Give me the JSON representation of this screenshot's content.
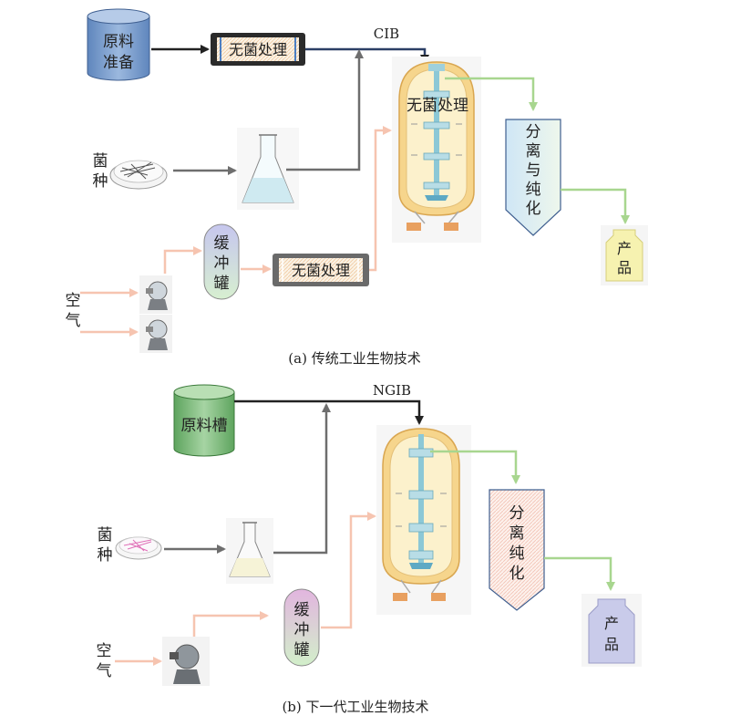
{
  "panel_a": {
    "raw_material": [
      "原料",
      "准备"
    ],
    "sterilize_1": "无菌处理",
    "flow_label": "CIB",
    "inoculum": [
      "菌",
      "种"
    ],
    "air": [
      "空",
      "气"
    ],
    "buffer_tank": [
      "缓",
      "冲",
      "罐"
    ],
    "sterilize_2": "无菌处理",
    "fermenter_label": "无菌处理",
    "separation": [
      "分",
      "离",
      "与",
      "纯",
      "化"
    ],
    "product": [
      "产",
      "品"
    ],
    "caption": "(a) 传统工业生物技术"
  },
  "panel_b": {
    "raw_material": "原料槽",
    "flow_label": "NGIB",
    "inoculum": [
      "菌",
      "种"
    ],
    "air": [
      "空",
      "气"
    ],
    "buffer_tank": [
      "缓",
      "冲",
      "罐"
    ],
    "separation": [
      "分",
      "离",
      "纯",
      "化"
    ],
    "product": [
      "产",
      "品"
    ],
    "caption": "(b) 下一代工业生物技术"
  },
  "colors": {
    "black_line": "#222222",
    "gray_line": "#6e6e6e",
    "green_line": "#a8d68f",
    "pink_line": "#f6c4b0",
    "tank_blue": "#7a9cc9",
    "tank_green": "#7cb77b",
    "fermenter_body": "#f3d99a",
    "fermenter_rim": "#e8b86a"
  }
}
